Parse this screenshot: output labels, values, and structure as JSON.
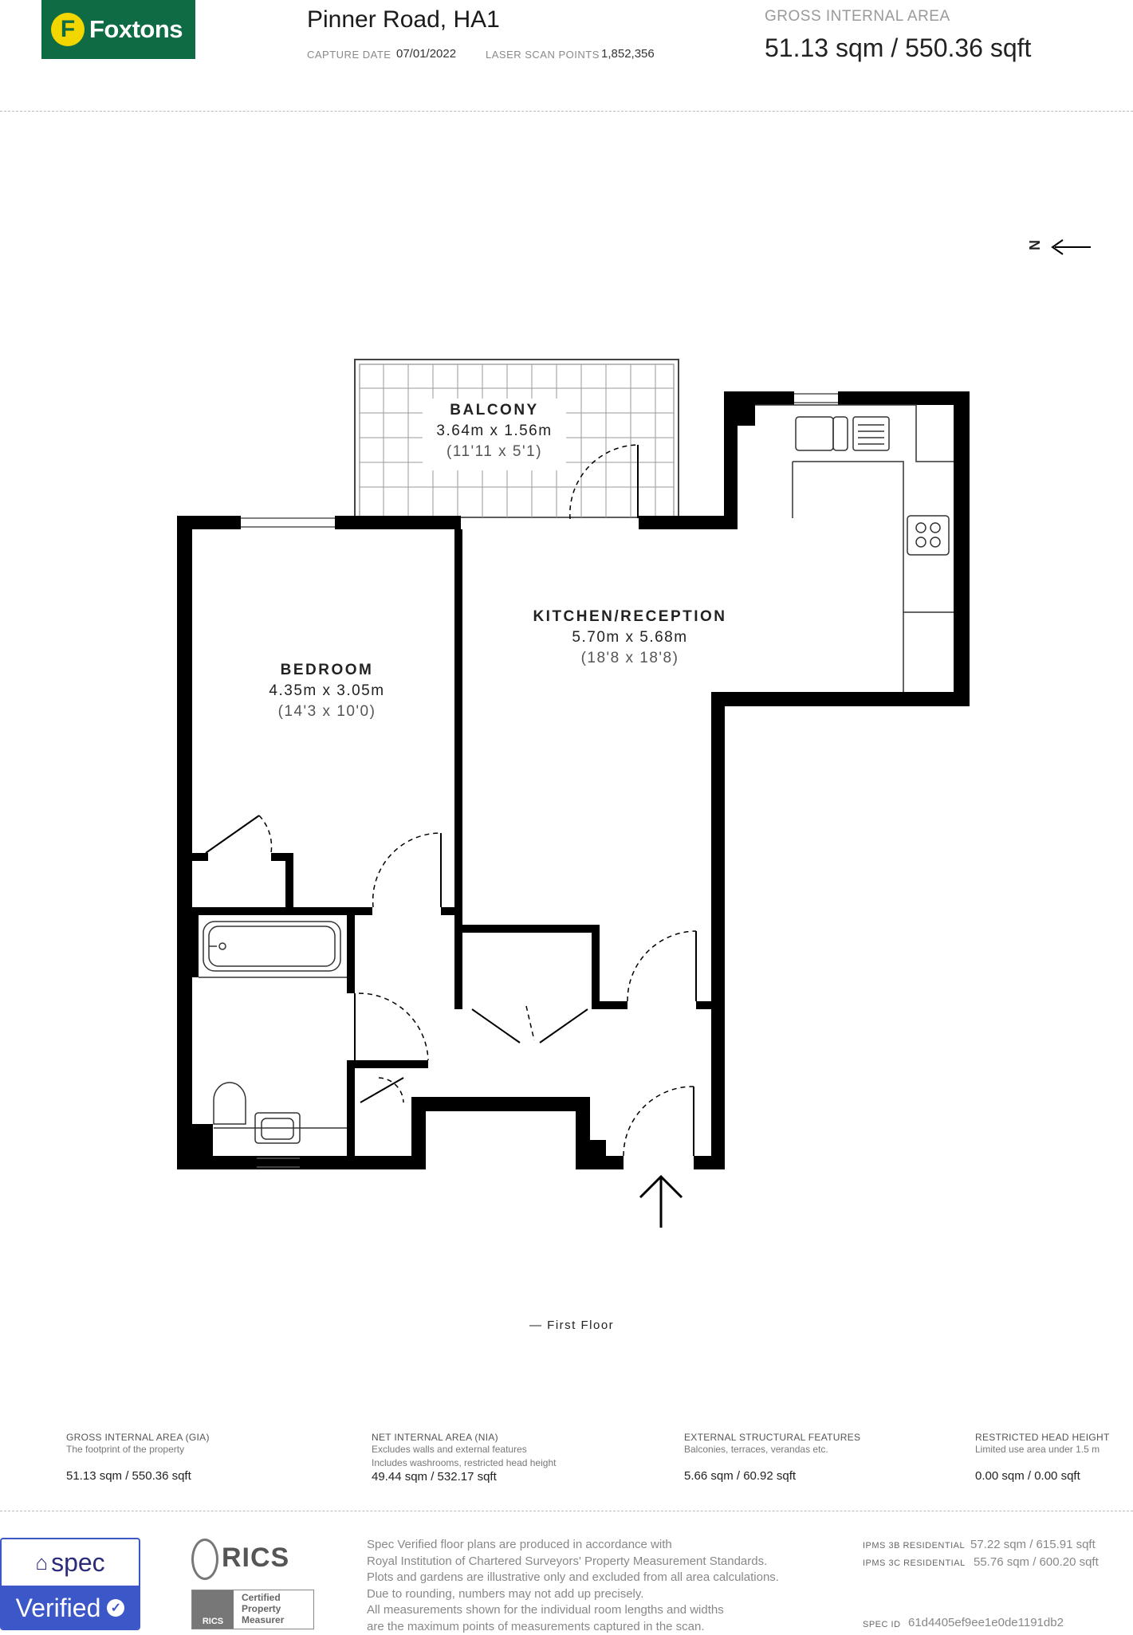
{
  "header": {
    "brand": "Foxtons",
    "brand_initial": "F",
    "address": "Pinner Road, HA1",
    "capture_label": "CAPTURE DATE",
    "capture_value": "07/01/2022",
    "scan_label": "LASER SCAN POINTS",
    "scan_value": "1,852,356",
    "gia_label": "GROSS INTERNAL AREA",
    "gia_value": "51.13 sqm / 550.36 sqft"
  },
  "compass": {
    "letter": "N"
  },
  "rooms": [
    {
      "name": "BALCONY",
      "dims": "3.64m x 1.56m",
      "imperial": "(11'11 x 5'1)"
    },
    {
      "name": "KITCHEN/RECEPTION",
      "dims": "5.70m x 5.68m",
      "imperial": "(18'8 x 18'8)"
    },
    {
      "name": "BEDROOM",
      "dims": "4.35m x 3.05m",
      "imperial": "(14'3 x 10'0)"
    }
  ],
  "floor_label": "— First Floor",
  "legend": [
    {
      "title": "GROSS INTERNAL AREA (GIA)",
      "desc1": "The footprint of the property",
      "desc2": "",
      "value": "51.13 sqm / 550.36 sqft",
      "icon": "gia-hatch-icon"
    },
    {
      "title": "NET INTERNAL AREA (NIA)",
      "desc1": "Excludes walls and external features",
      "desc2": "Includes washrooms, restricted head height",
      "value": "49.44 sqm / 532.17 sqft",
      "icon": "nia-hatch-icon"
    },
    {
      "title": "EXTERNAL STRUCTURAL FEATURES",
      "desc1": "Balconies, terraces, verandas etc.",
      "desc2": "",
      "value": "5.66 sqm / 60.92 sqft",
      "icon": "grid-icon"
    },
    {
      "title": "RESTRICTED HEAD HEIGHT",
      "desc1": "Limited use area under 1.5 m",
      "desc2": "",
      "value": "0.00 sqm / 0.00 sqft",
      "icon": "head-height-icon"
    }
  ],
  "footer": {
    "spec_word": "spec",
    "verified_word": "Verified",
    "rics_word": "RICS",
    "rics_small": "RICS",
    "cert_lines": [
      "Certified",
      "Property",
      "Measurer"
    ],
    "disclaimer": [
      "Spec Verified floor plans are produced in accordance with",
      "Royal Institution of Chartered Surveyors' Property Measurement Standards.",
      "Plots and gardens are illustrative only and excluded from all area calculations.",
      "Due to rounding, numbers may not add up precisely.",
      "All measurements shown for the individual room lengths and widths",
      "are the maximum points of measurements captured in the scan."
    ],
    "ipms3b_label": "IPMS 3B RESIDENTIAL",
    "ipms3b_value": "57.22 sqm / 615.91 sqft",
    "ipms3c_label": "IPMS 3C RESIDENTIAL",
    "ipms3c_value": "55.76 sqm / 600.20 sqft",
    "specid_label": "SPEC ID",
    "specid_value": "61d4405ef9ee1e0de1191db2"
  },
  "colors": {
    "brand_green": "#0f6b44",
    "brand_yellow": "#f1d600",
    "spec_blue": "#3c57c8",
    "wall": "#000000"
  }
}
